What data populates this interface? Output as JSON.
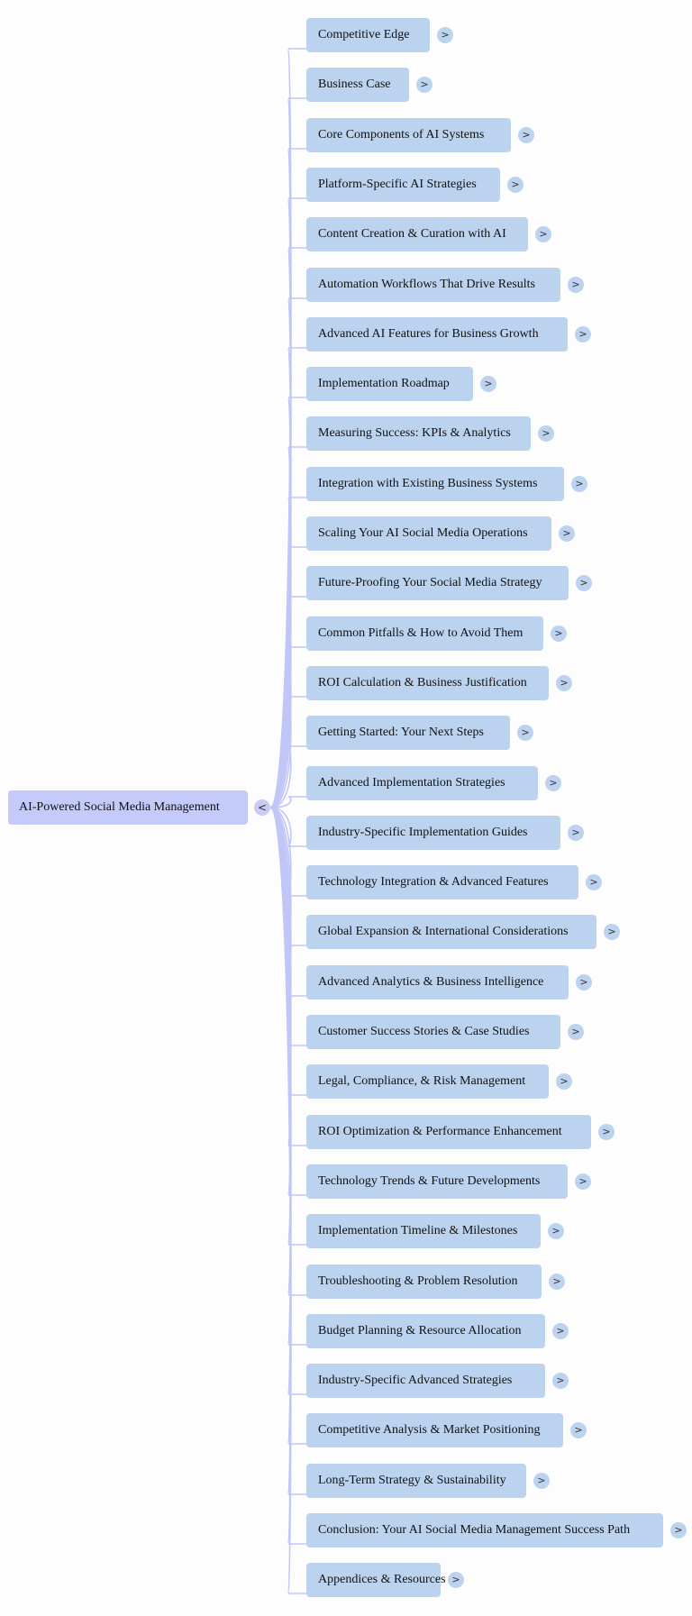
{
  "colors": {
    "root_fill": "#c4caf9",
    "branch_fill": "#bcd3ef",
    "connector": "#c0c6f6",
    "background": "#fdfdfd"
  },
  "root": {
    "label": "AI-Powered Social Media Management",
    "toggle": "<"
  },
  "branches": [
    {
      "label": "Competitive Edge",
      "toggle": ">"
    },
    {
      "label": "Business Case",
      "toggle": ">"
    },
    {
      "label": "Core Components of AI Systems",
      "toggle": ">"
    },
    {
      "label": "Platform-Specific AI Strategies",
      "toggle": ">"
    },
    {
      "label": "Content Creation & Curation with AI",
      "toggle": ">"
    },
    {
      "label": "Automation Workflows That Drive Results",
      "toggle": ">"
    },
    {
      "label": "Advanced AI Features for Business Growth",
      "toggle": ">"
    },
    {
      "label": "Implementation Roadmap",
      "toggle": ">"
    },
    {
      "label": "Measuring Success: KPIs & Analytics",
      "toggle": ">"
    },
    {
      "label": "Integration with Existing Business Systems",
      "toggle": ">"
    },
    {
      "label": "Scaling Your AI Social Media Operations",
      "toggle": ">"
    },
    {
      "label": "Future-Proofing Your Social Media Strategy",
      "toggle": ">"
    },
    {
      "label": "Common Pitfalls & How to Avoid Them",
      "toggle": ">"
    },
    {
      "label": "ROI Calculation & Business Justification",
      "toggle": ">"
    },
    {
      "label": "Getting Started: Your Next Steps",
      "toggle": ">"
    },
    {
      "label": "Advanced Implementation Strategies",
      "toggle": ">"
    },
    {
      "label": "Industry-Specific Implementation Guides",
      "toggle": ">"
    },
    {
      "label": "Technology Integration & Advanced Features",
      "toggle": ">"
    },
    {
      "label": "Global Expansion & International Considerations",
      "toggle": ">"
    },
    {
      "label": "Advanced Analytics & Business Intelligence",
      "toggle": ">"
    },
    {
      "label": "Customer Success Stories & Case Studies",
      "toggle": ">"
    },
    {
      "label": "Legal, Compliance, & Risk Management",
      "toggle": ">"
    },
    {
      "label": "ROI Optimization & Performance Enhancement",
      "toggle": ">"
    },
    {
      "label": "Technology Trends & Future Developments",
      "toggle": ">"
    },
    {
      "label": "Implementation Timeline & Milestones",
      "toggle": ">"
    },
    {
      "label": "Troubleshooting & Problem Resolution",
      "toggle": ">"
    },
    {
      "label": "Budget Planning & Resource Allocation",
      "toggle": ">"
    },
    {
      "label": "Industry-Specific Advanced Strategies",
      "toggle": ">"
    },
    {
      "label": "Competitive Analysis & Market Positioning",
      "toggle": ">"
    },
    {
      "label": "Long-Term Strategy & Sustainability",
      "toggle": ">"
    },
    {
      "label": "Conclusion: Your AI Social Media Management Success Path",
      "toggle": ">"
    },
    {
      "label": "Appendices & Resources",
      "toggle": ">"
    }
  ]
}
